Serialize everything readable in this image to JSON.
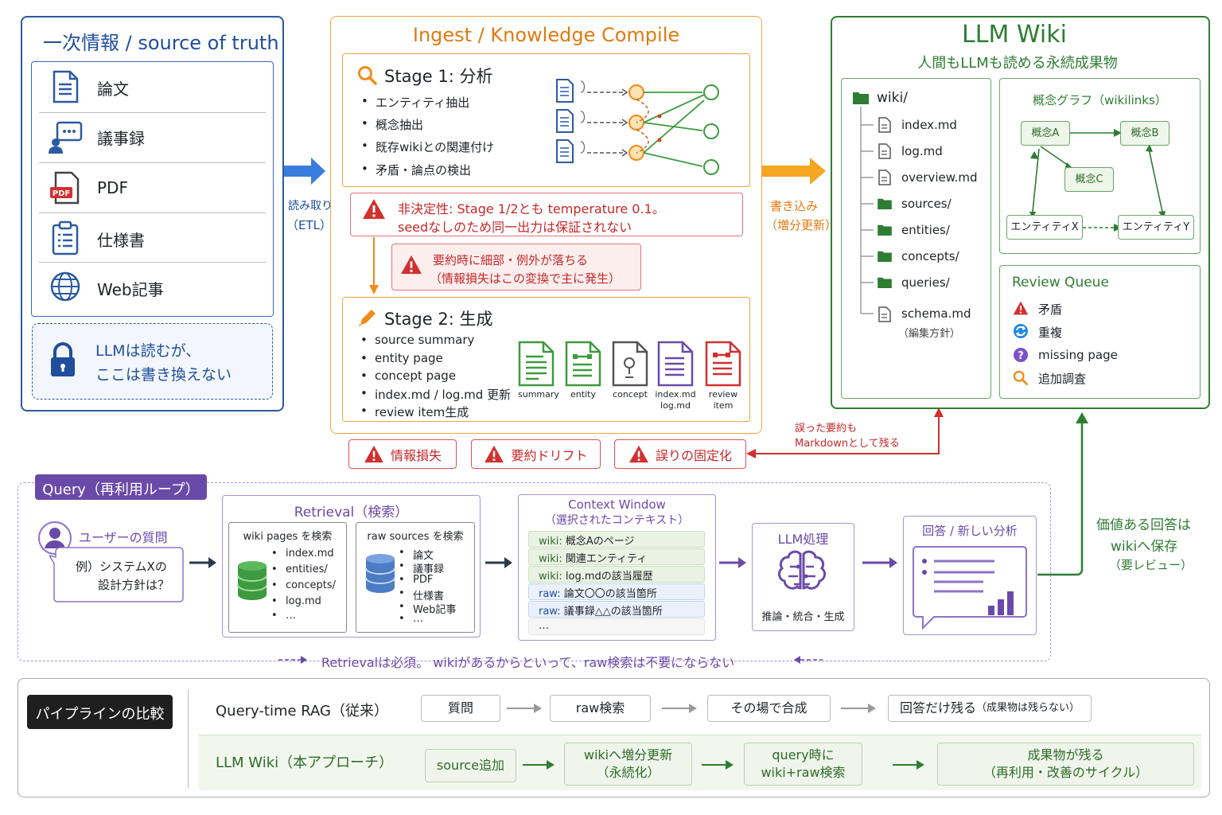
{
  "source": {
    "title": "一次情報 / source of truth",
    "items": [
      "論文",
      "議事録",
      "PDF",
      "仕様書",
      "Web記事"
    ],
    "lock_line1": "LLMは読むが、",
    "lock_line2": "ここは書き換えない"
  },
  "read_arrow": {
    "line1": "読み取り",
    "line2": "（ETL）"
  },
  "ingest": {
    "title": "Ingest / Knowledge Compile",
    "stage1": {
      "title": "Stage 1: 分析",
      "bullets": [
        "エンティティ抽出",
        "概念抽出",
        "既存wikiとの関連付け",
        "矛盾・論点の検出"
      ]
    },
    "warn1_line1": "非決定性: Stage 1/2とも temperature 0.1。",
    "warn1_line2": "seedなしのため同一出力は保証されない",
    "warn2_line1": "要約時に細部・例外が落ちる",
    "warn2_line2": "（情報損失はこの変換で主に発生）",
    "stage2": {
      "title": "Stage 2: 生成",
      "bullets": [
        "source summary",
        "entity page",
        "concept page",
        "index.md / log.md 更新",
        "review item生成"
      ],
      "files": [
        {
          "name": "summary"
        },
        {
          "name": "entity"
        },
        {
          "name": "concept"
        },
        {
          "name": "index.md",
          "name2": "log.md"
        },
        {
          "name": "review",
          "name2": "item"
        }
      ]
    }
  },
  "risks": [
    "情報損失",
    "要約ドリフト",
    "誤りの固定化"
  ],
  "risk_note": {
    "line1": "誤った要約も",
    "line2": "Markdownとして残る"
  },
  "write_arrow": {
    "line1": "書き込み",
    "line2": "（増分更新）"
  },
  "wiki": {
    "title": "LLM Wiki",
    "subtitle": "人間もLLMも読める永続成果物",
    "tree_root": "wiki/",
    "tree": [
      "index.md",
      "log.md",
      "overview.md",
      "sources/",
      "entities/",
      "concepts/",
      "queries/",
      "schema.md"
    ],
    "tree_note": "（編集方針）",
    "graph_title": "概念グラフ（wikilinks）",
    "graph_nodes": {
      "a": "概念A",
      "b": "概念B",
      "c": "概念C",
      "x": "エンティティX",
      "y": "エンティティY"
    },
    "review_title": "Review Queue",
    "review_items": [
      "矛盾",
      "重複",
      "missing page",
      "追加調査"
    ]
  },
  "save_note": {
    "line1": "価値ある回答は",
    "line2": "wikiへ保存",
    "line3": "（要レビュー）"
  },
  "query": {
    "title": "Query（再利用ループ）",
    "user_label": "ユーザーの質問",
    "question_line1": "例）システムXの",
    "question_line2": "設計方針は？",
    "retrieval_title": "Retrieval（検索）",
    "wiki_search": {
      "title": "wiki pages を検索",
      "items": [
        "index.md",
        "entities/",
        "concepts/",
        "log.md",
        "…"
      ]
    },
    "raw_search": {
      "title": "raw sources を検索",
      "items": [
        "論文",
        "議事録",
        "PDF",
        "仕様書",
        "Web記事",
        "…"
      ]
    },
    "context_title": "Context Window",
    "context_subtitle": "（選択されたコンテキスト）",
    "context_rows": [
      {
        "tag": "wiki:",
        "text": "概念Aのページ"
      },
      {
        "tag": "wiki:",
        "text": "関連エンティティ"
      },
      {
        "tag": "wiki:",
        "text": "log.mdの該当履歴"
      },
      {
        "tag": "raw:",
        "text": "論文〇〇の該当箇所"
      },
      {
        "tag": "raw:",
        "text": "議事録△△の該当箇所"
      }
    ],
    "context_more": "…",
    "llm_title": "LLM処理",
    "llm_caption": "推論・統合・生成",
    "answer_title": "回答 / 新しい分析",
    "footer_note": "Retrievalは必須。 wikiがあるからといって、raw検索は不要にならない"
  },
  "compare": {
    "title": "パイプラインの比較",
    "rag_label": "Query-time RAG（従来）",
    "rag_steps": [
      "質問",
      "raw検索",
      "その場で合成",
      "回答だけ残る"
    ],
    "rag_last_note": "（成果物は残らない）",
    "wiki_label": "LLM Wiki（本アプローチ）",
    "wiki_steps": [
      {
        "l1": "source追加"
      },
      {
        "l1": "wikiへ増分更新",
        "l2": "（永続化）"
      },
      {
        "l1": "query時に",
        "l2": "wiki+raw検索"
      },
      {
        "l1": "成果物が残る",
        "l2": "（再利用・改善のサイクル）"
      }
    ]
  },
  "colors": {
    "blue": "#1f4e9c",
    "orange": "#f08c1a",
    "green": "#2e7d32",
    "purple": "#6a4aa8",
    "red": "#d32f2f"
  }
}
